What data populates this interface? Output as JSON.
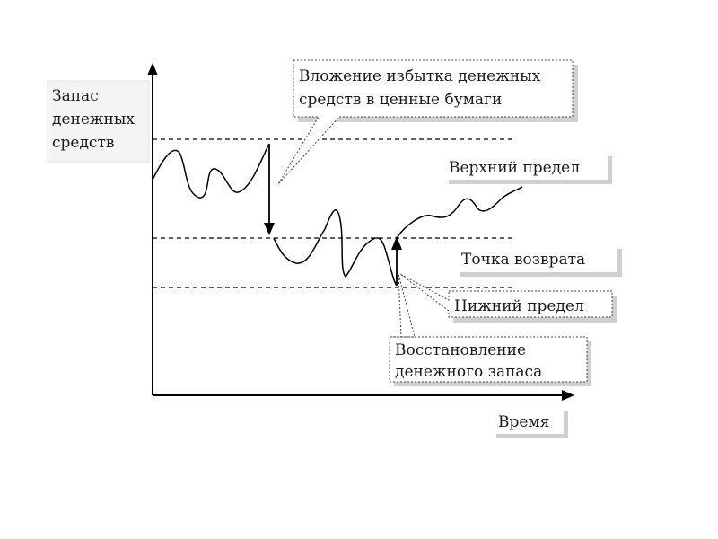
{
  "diagram": {
    "y_axis_label": [
      "Запас",
      "денежных",
      "средств"
    ],
    "x_axis_label": "Время",
    "callouts": {
      "investment": [
        "Вложение избытка денежных",
        "средств в ценные бумаги"
      ],
      "upper_limit": "Верхний предел",
      "return_point": "Точка возврата",
      "lower_limit": "Нижний предел",
      "restoration": [
        "Восстановление",
        "денежного запаса"
      ]
    }
  },
  "colors": {
    "line": "#000000",
    "box_shadow": "#d0d0d0",
    "box_border": "#555555",
    "text": "#1a1a1a"
  }
}
